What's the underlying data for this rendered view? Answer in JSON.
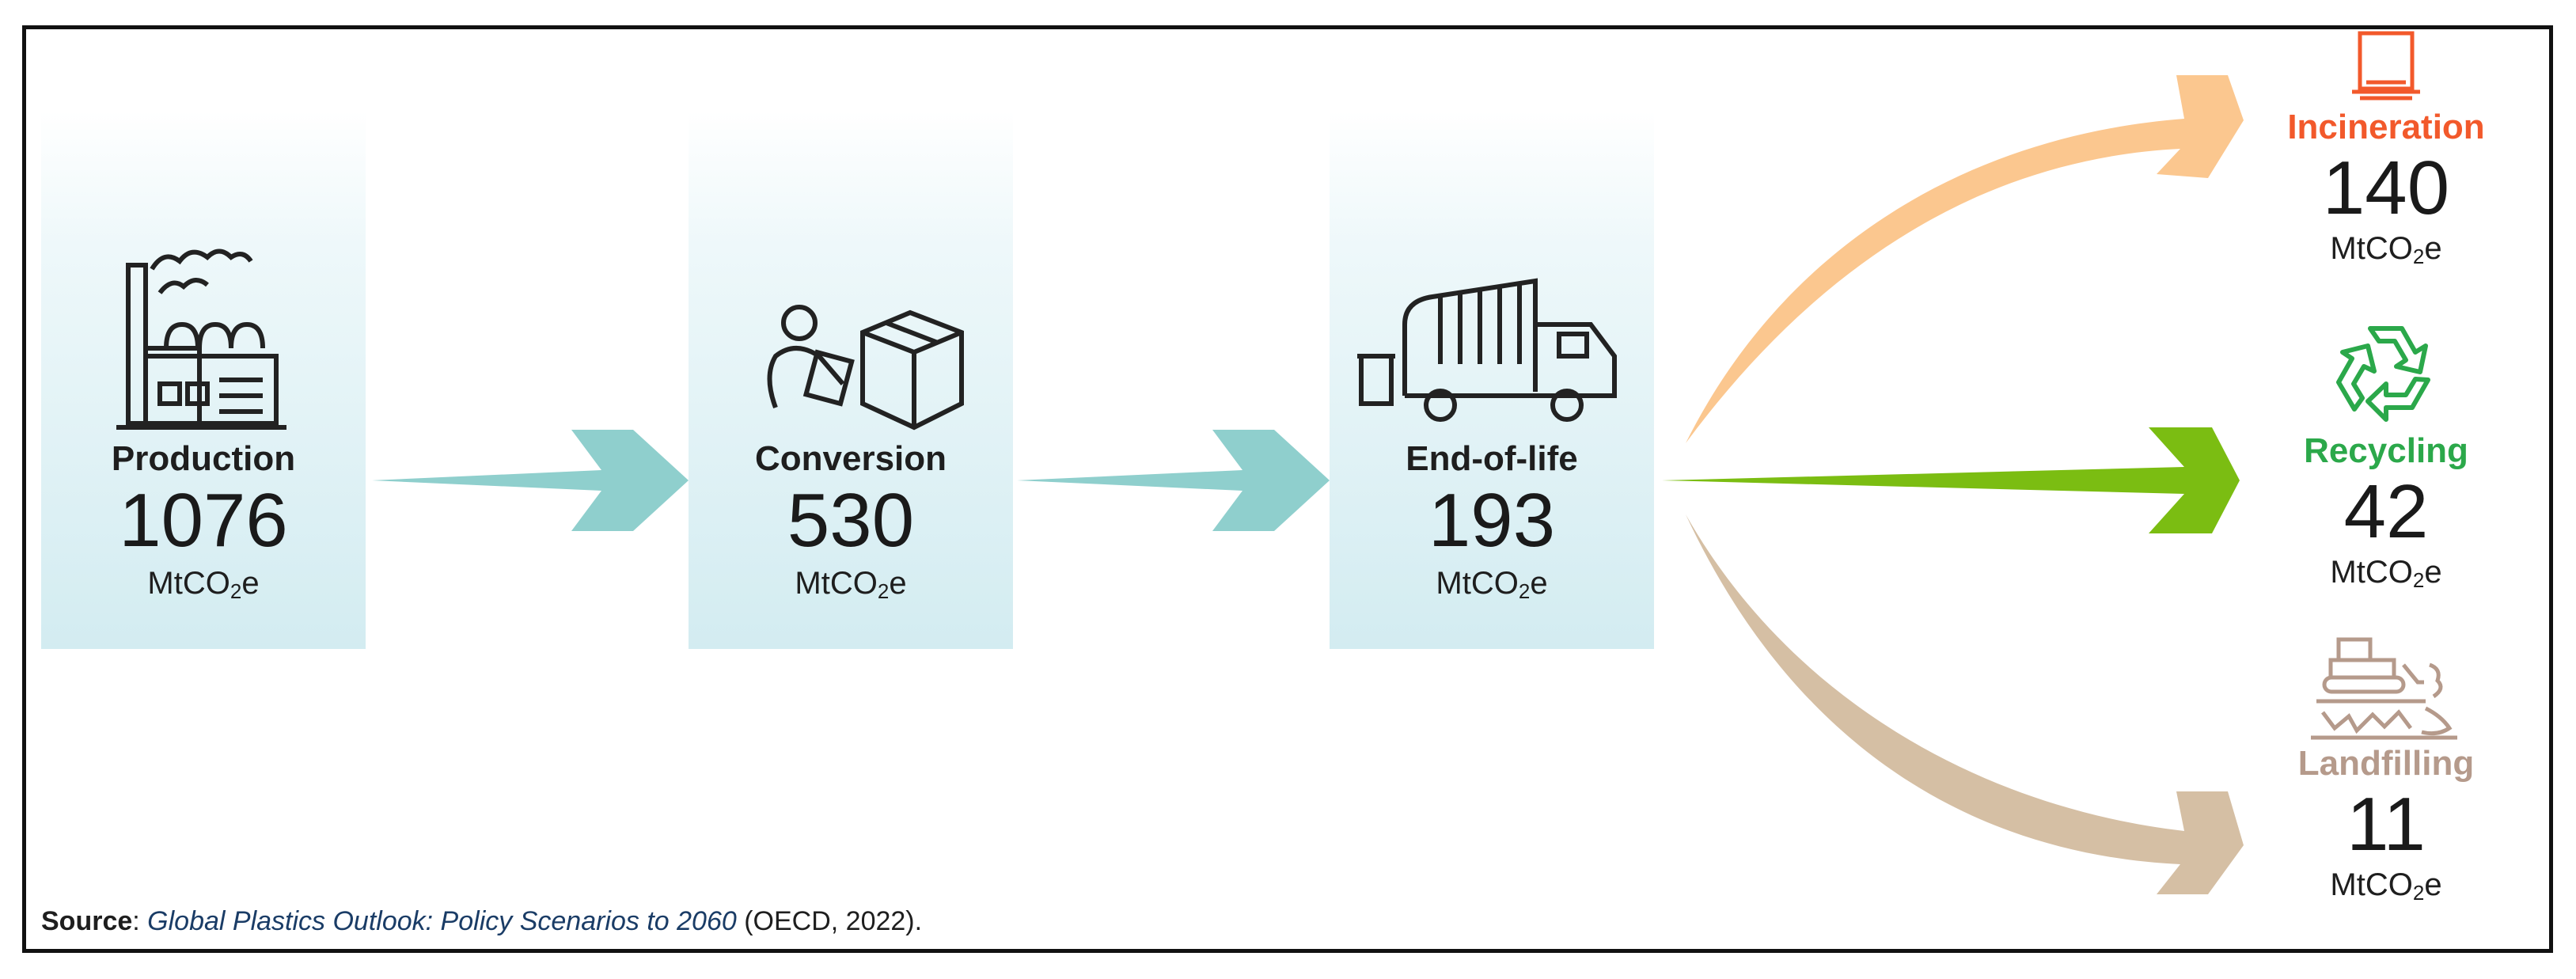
{
  "stages": [
    {
      "title": "Production",
      "value": "1076",
      "unit_main": "MtCO",
      "unit_sub": "2",
      "unit_tail": "e",
      "icon": "factory-icon"
    },
    {
      "title": "Conversion",
      "value": "530",
      "unit_main": "MtCO",
      "unit_sub": "2",
      "unit_tail": "e",
      "icon": "worker-box-icon"
    },
    {
      "title": "End-of-life",
      "value": "193",
      "unit_main": "MtCO",
      "unit_sub": "2",
      "unit_tail": "e",
      "icon": "garbage-truck-icon"
    }
  ],
  "outcomes": [
    {
      "title": "Incineration",
      "value": "140",
      "unit_main": "MtCO",
      "unit_sub": "2",
      "unit_tail": "e",
      "color": "#f2592b",
      "arrow_color": "#fbc78f",
      "icon": "incinerator-icon"
    },
    {
      "title": "Recycling",
      "value": "42",
      "unit_main": "MtCO",
      "unit_sub": "2",
      "unit_tail": "e",
      "color": "#2ba84a",
      "arrow_color": "#7bbd12",
      "icon": "recycle-icon"
    },
    {
      "title": "Landfilling",
      "value": "11",
      "unit_main": "MtCO",
      "unit_sub": "2",
      "unit_tail": "e",
      "color": "#b59a8b",
      "arrow_color": "#d5bfa4",
      "icon": "landfill-bulldozer-icon"
    }
  ],
  "colors": {
    "flow_arrow": "#8fcfcd",
    "stage_bg": "#d3ecf1",
    "source_link": "#1a3c66"
  },
  "source": {
    "label": "Source",
    "separator": ": ",
    "title": "Global Plastics Outlook: Policy Scenarios to 2060",
    "tail": " (OECD, 2022)."
  }
}
